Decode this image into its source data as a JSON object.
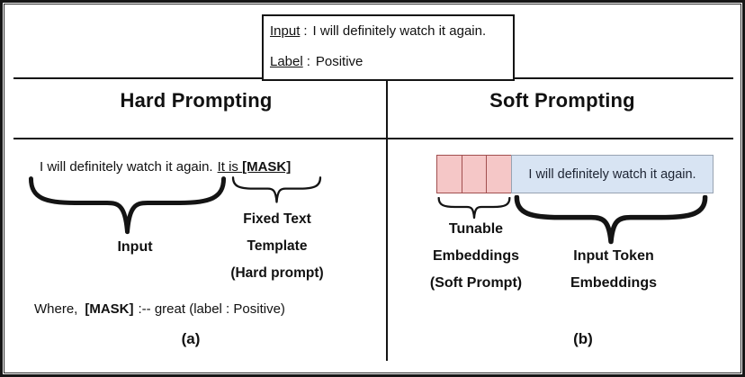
{
  "example_box": {
    "input_key": "Input",
    "colon": ":",
    "input_value": "I will definitely watch it again.",
    "label_key": "Label",
    "label_value": "Positive"
  },
  "hard_prompting": {
    "title": "Hard Prompting",
    "input_sentence": "I will definitely watch it again.",
    "template_prefix": "It is ",
    "mask_token": "[MASK]",
    "input_brace_label": "Input",
    "template_label": [
      "Fixed Text",
      "Template",
      "(Hard prompt)"
    ],
    "where_prefix": "Where,",
    "where_mask": "[MASK]",
    "where_rest": ":-- great (label : Positive)",
    "caption": "(a)"
  },
  "soft_prompting": {
    "title": "Soft Prompting",
    "tunable_cell_count": 3,
    "input_box_text": "I will definitely watch it again.",
    "tunable_label": [
      "Tunable",
      "Embeddings",
      "(Soft Prompt)"
    ],
    "input_label": [
      "Input Token",
      "Embeddings"
    ],
    "caption": "(b)"
  },
  "colors": {
    "tunable_fill": "#f5c7c7",
    "tunable_border": "#a14f4f",
    "input_fill": "#d8e4f3",
    "input_border": "#97a3b2",
    "line": "#141414"
  }
}
